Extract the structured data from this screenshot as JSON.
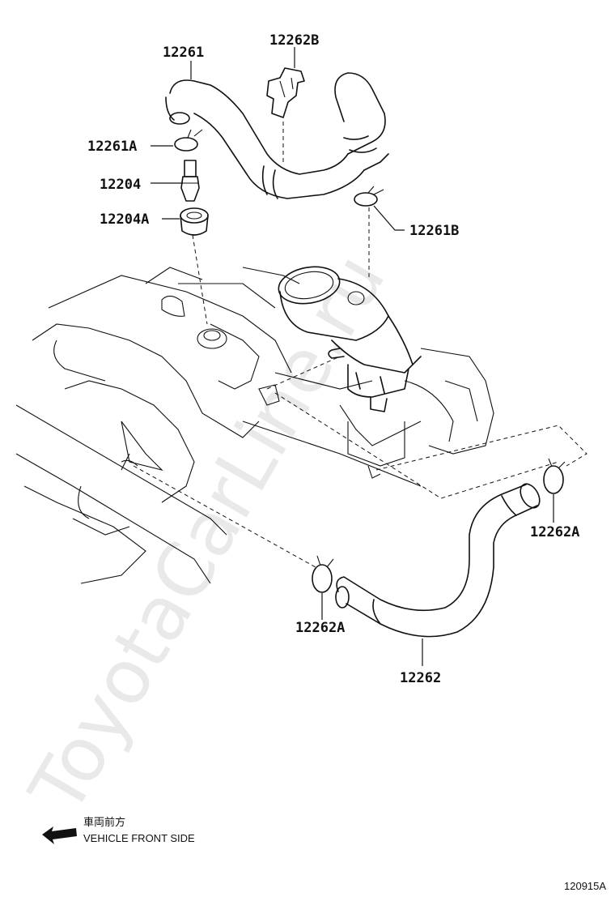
{
  "watermark": "ToyotaCarLine.ru",
  "labels": {
    "p12261": "12261",
    "p12262B": "12262B",
    "p12261A": "12261A",
    "p12204": "12204",
    "p12204A": "12204A",
    "p12261B": "12261B",
    "p12262A_right": "12262A",
    "p12262A_left": "12262A",
    "p12262": "12262"
  },
  "direction": {
    "jp": "車両前方",
    "en": "VEHICLE FRONT SIDE"
  },
  "diagram_id": "120915A"
}
